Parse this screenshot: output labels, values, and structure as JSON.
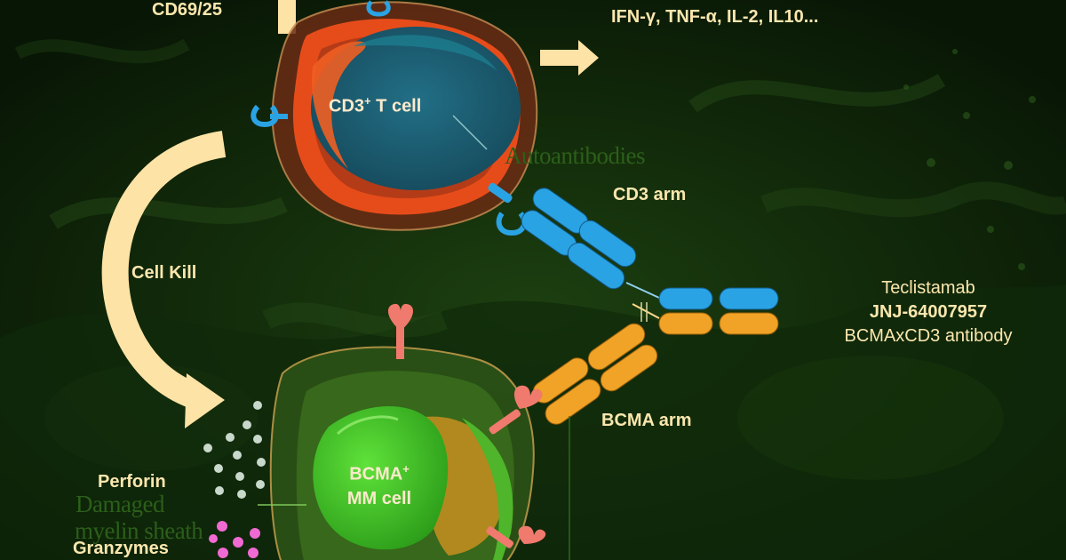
{
  "labels": {
    "activation_marker": "CD69/25",
    "cytokines": "IFN-γ, TNF-α, IL-2, IL10...",
    "t_cell_name": "CD3",
    "t_cell_sup": "+",
    "t_cell_suffix": " T cell",
    "autoantibodies": "Autoantibodies",
    "cd3_arm": "CD3 arm",
    "cell_kill": "Cell Kill",
    "bcma_arm": "BCMA arm",
    "mm_cell_line1": "BCMA",
    "mm_cell_sup": "+",
    "mm_cell_line2": "MM cell",
    "perforin": "Perforin",
    "damaged_myelin": "Damaged",
    "myelin_sheath": "myelin sheath",
    "granzymes": "Granzymes"
  },
  "drug": {
    "name": "Teclistamab",
    "code": "JNJ-64007957",
    "description": "BCMAxCD3 antibody"
  },
  "colors": {
    "background": "#0c2008",
    "label_text": "#fbe7ae",
    "arrow": "#fde3a6",
    "cd3_arm": "#2aa3e4",
    "bcma_arm": "#f0a326",
    "bcma_receptor": "#f07a6d",
    "t_cell_nucleus": "#1f5e76",
    "mm_cell_nucleus": "#3fbf24"
  }
}
